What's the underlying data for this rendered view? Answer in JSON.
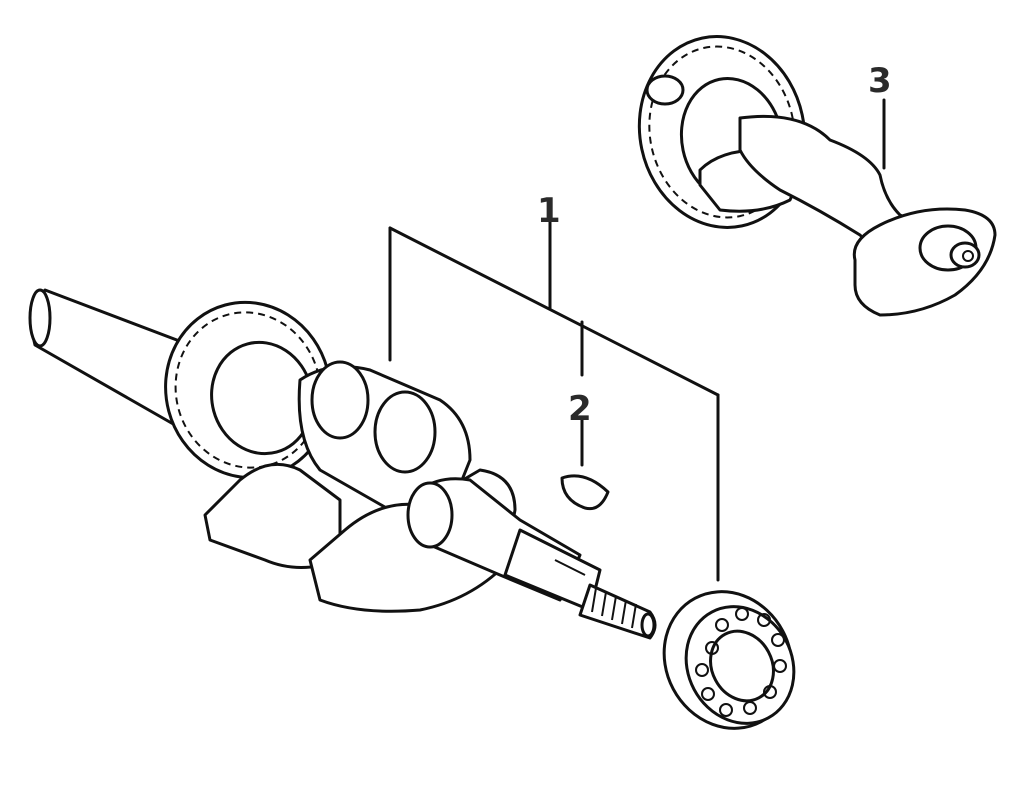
{
  "diagram": {
    "callouts": [
      {
        "id": "part-1",
        "label": "1"
      },
      {
        "id": "part-2",
        "label": "2"
      },
      {
        "id": "part-3",
        "label": "3"
      }
    ],
    "parts": [
      {
        "name": "crankshaft-assembly",
        "callout": "1"
      },
      {
        "name": "woodruff-key",
        "callout": "2"
      },
      {
        "name": "camshaft",
        "callout": "3"
      }
    ]
  }
}
